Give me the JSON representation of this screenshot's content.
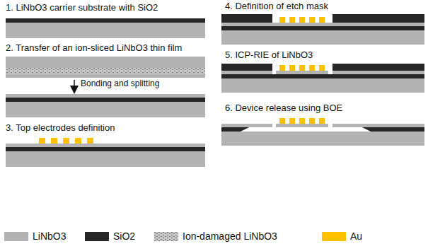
{
  "diagram": {
    "labels": [
      "1. LiNbO3 carrier substrate with SiO2",
      "2. Transfer of an ion-sliced LiNbO3 thin film",
      "Bonding and splitting",
      "3. Top electrodes definition",
      "4. Definition of etch mask",
      "5. ICP-RIE of LiNbO3",
      "6. Device release using BOE"
    ],
    "legend": [
      {
        "text": "LiNbO3",
        "color": "#b3b3b3"
      },
      {
        "text": "SiO2",
        "color": "#262626"
      },
      {
        "text": "Ion-damaged LiNbO3"
      },
      {
        "text": "Au",
        "color": "#ffc000"
      }
    ]
  }
}
